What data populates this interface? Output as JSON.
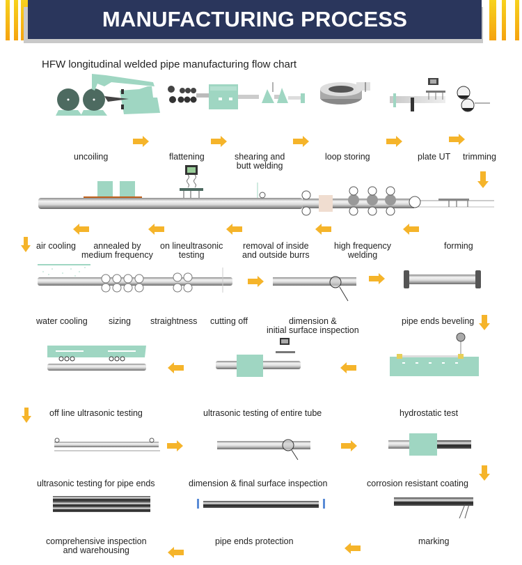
{
  "header": {
    "title": "MANUFACTURING PROCESS",
    "banner_color": "#2a365c",
    "stripe_color": "#f5b516"
  },
  "subtitle": "HFW longitudinal welded pipe manufacturing flow chart",
  "colors": {
    "arrow": "#f5b42a",
    "machine": "#9fd6c2",
    "roller_dark": "#4d6a60"
  },
  "steps": [
    {
      "id": 1,
      "label": "uncoiling"
    },
    {
      "id": 2,
      "label": "flattening"
    },
    {
      "id": 3,
      "label": "shearing and\nbutt welding"
    },
    {
      "id": 4,
      "label": "loop storing"
    },
    {
      "id": 5,
      "label": "plate UT"
    },
    {
      "id": 6,
      "label": "trimming"
    },
    {
      "id": 7,
      "label": "forming"
    },
    {
      "id": 8,
      "label": "high frequency\nwelding"
    },
    {
      "id": 9,
      "label": "removal of inside\nand outside burrs"
    },
    {
      "id": 10,
      "label": "on lineultrasonic\ntesting"
    },
    {
      "id": 11,
      "label": "annealed by\nmedium frequency"
    },
    {
      "id": 12,
      "label": "air cooling"
    },
    {
      "id": 13,
      "label": "water cooling"
    },
    {
      "id": 14,
      "label": "sizing"
    },
    {
      "id": 15,
      "label": "straightness"
    },
    {
      "id": 16,
      "label": "cutting off"
    },
    {
      "id": 17,
      "label": "dimension &\ninitial surface inspection"
    },
    {
      "id": 18,
      "label": "pipe ends beveling"
    },
    {
      "id": 19,
      "label": "hydrostatic test"
    },
    {
      "id": 20,
      "label": "ultrasonic testing of entire tube"
    },
    {
      "id": 21,
      "label": "off line ultrasonic testing"
    },
    {
      "id": 22,
      "label": "ultrasonic testing for pipe ends"
    },
    {
      "id": 23,
      "label": "dimension & final surface inspection"
    },
    {
      "id": 24,
      "label": "corrosion resistant coating"
    },
    {
      "id": 25,
      "label": "marking"
    },
    {
      "id": 26,
      "label": "pipe ends protection"
    },
    {
      "id": 27,
      "label": "comprehensive inspection\nand warehousing"
    }
  ]
}
